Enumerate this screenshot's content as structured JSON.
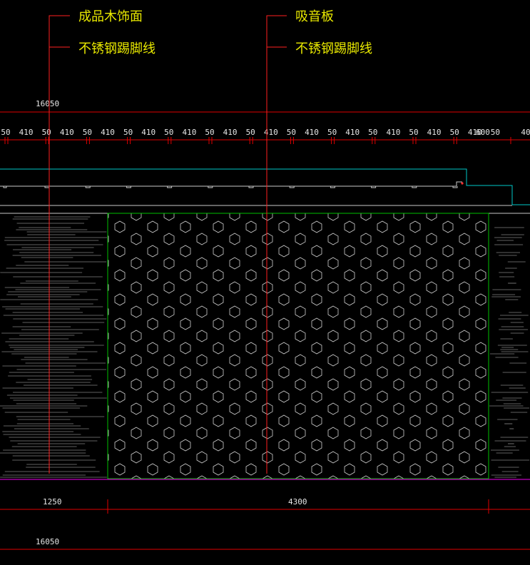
{
  "callouts": [
    {
      "label_top": "成品木饰面",
      "label_bottom": "不锈钢踢脚线"
    },
    {
      "label_top": "吸音板",
      "label_bottom": "不锈钢踢脚线"
    }
  ],
  "dimensions": {
    "overall_top": "16050",
    "segments": [
      "50",
      "410",
      "50",
      "410",
      "50",
      "410",
      "50",
      "410",
      "50",
      "410",
      "50",
      "410",
      "50",
      "410",
      "50",
      "410",
      "50",
      "410",
      "50",
      "410",
      "50",
      "410",
      "50",
      "410",
      "50",
      "600",
      "40"
    ],
    "bottom_left": "1250",
    "bottom_center": "4300",
    "overall_bottom": "16050"
  },
  "colors": {
    "background": "#000000",
    "dimension_line": "#e00000",
    "callout_line": "#ff2020",
    "panel_border": "#00c000",
    "soffit_line": "#00c8c8",
    "floor_line": "#c000c0",
    "text": "#e8e800",
    "hatch": "#d0d0d0"
  }
}
